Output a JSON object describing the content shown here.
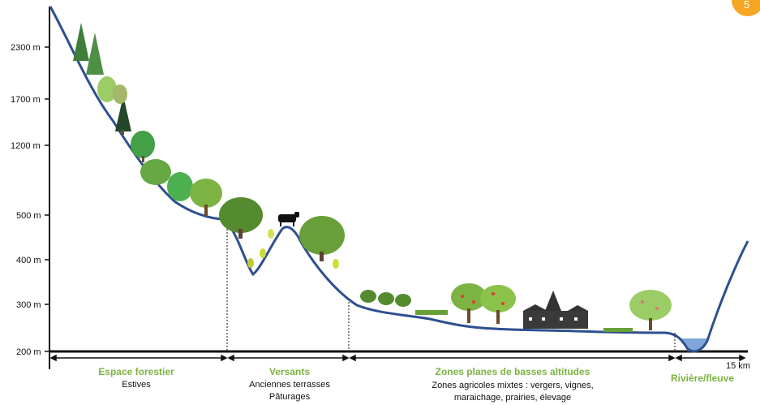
{
  "page_number": "5",
  "axis": {
    "ticks": [
      "2300 m",
      "1700 m",
      "1200 m",
      "500 m",
      "400 m",
      "300 m",
      "200 m"
    ],
    "distance_label": "15 km"
  },
  "zones": [
    {
      "title": "Espace forestier",
      "lines": [
        "Estives"
      ]
    },
    {
      "title": "Versants",
      "lines": [
        "Anciennes terrasses",
        "Pâturages"
      ]
    },
    {
      "title": "Zones planes de basses altitudes",
      "lines": [
        "Zones agricoles mixtes : vergers, vignes,",
        "maraichage, prairies, élevage"
      ]
    },
    {
      "title": "Rivière/fleuve",
      "lines": []
    }
  ],
  "icons": [
    "conifer-icon",
    "deciduous-tree-icon",
    "cow-icon",
    "vine-icon",
    "fruit-tree-icon",
    "village-icon",
    "river-icon"
  ],
  "colors": {
    "terrain": "#2e4f8f",
    "zone_title": "#7cb342",
    "badge": "#f5a623"
  }
}
